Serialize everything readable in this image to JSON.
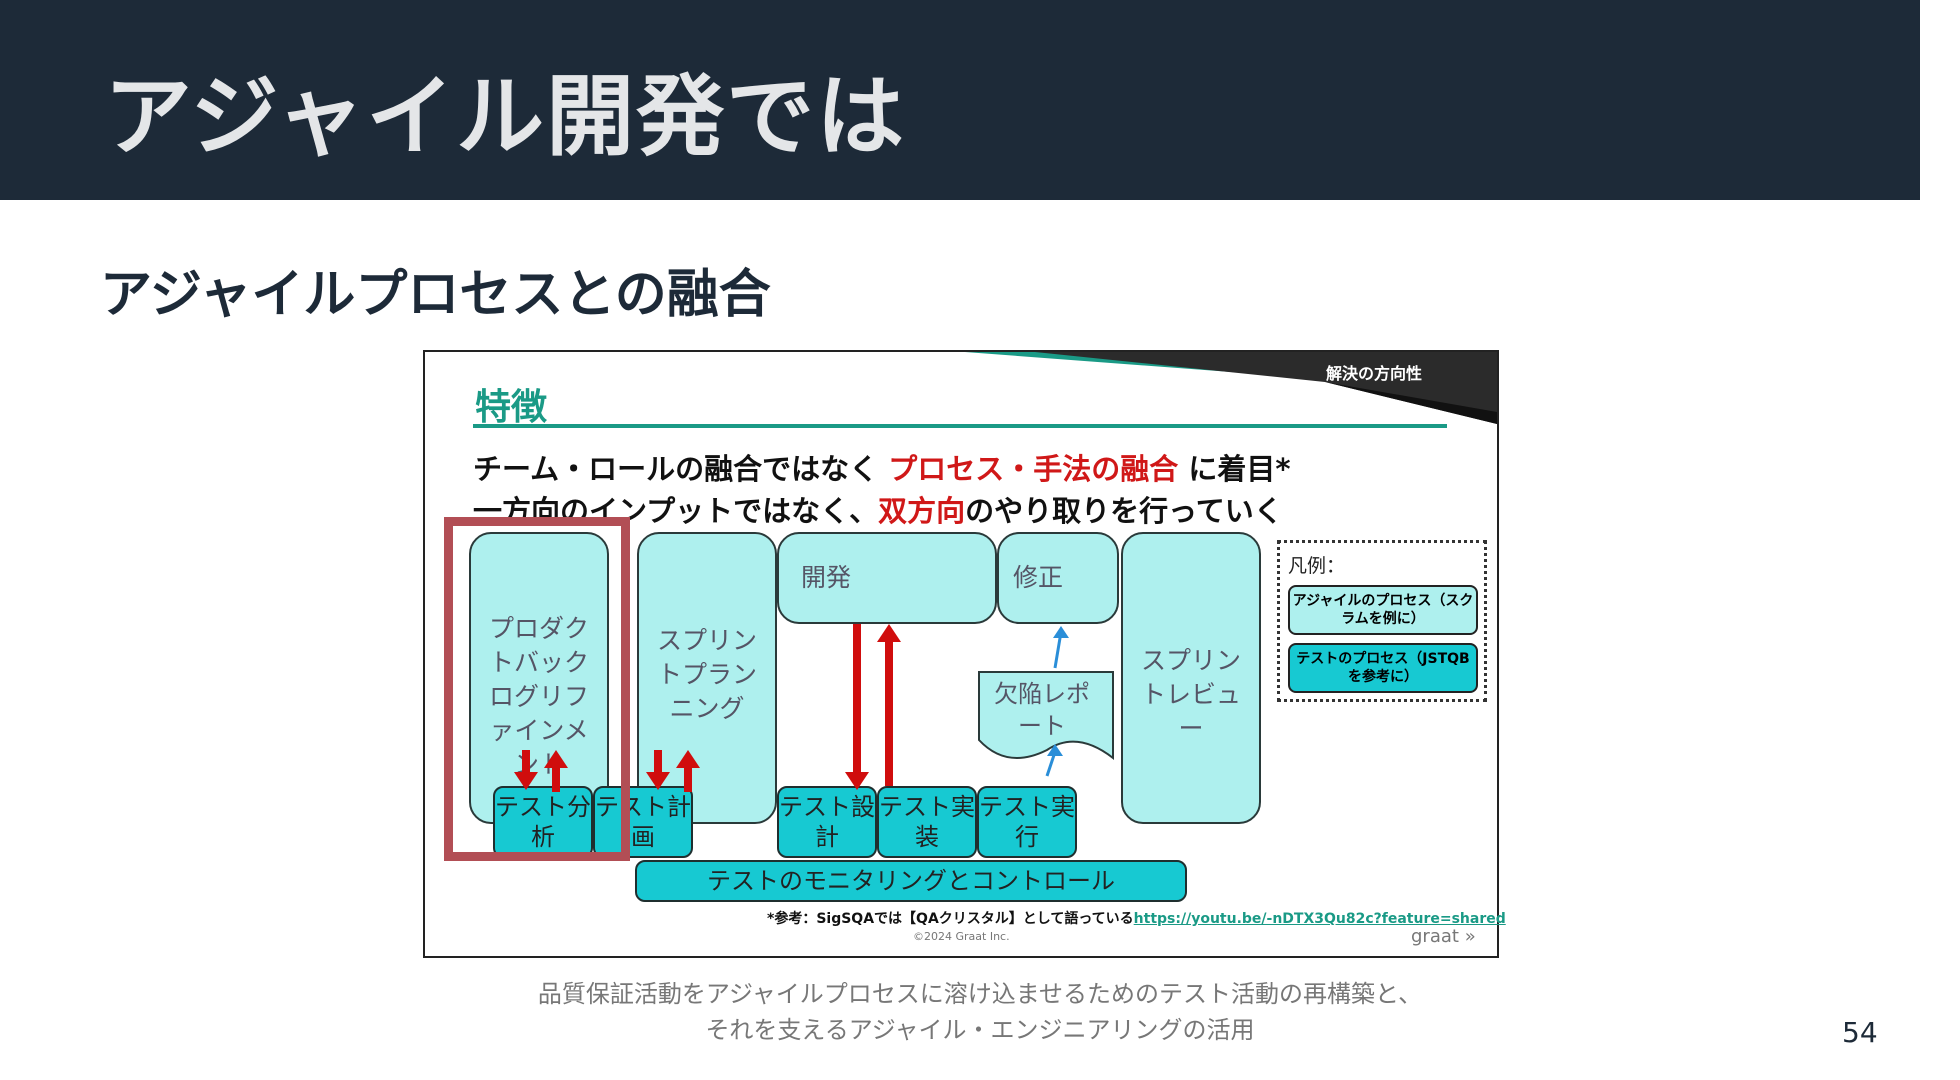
{
  "header": {
    "title": "アジャイル開発では"
  },
  "subtitle": "アジャイルプロセスとの融合",
  "slide": {
    "tag": "解決の方向性",
    "heading": "特徴",
    "line1": {
      "a": "チーム・ロールの融合ではなく ",
      "b": "プロセス・手法の融合",
      "c": " に着目*"
    },
    "line2": {
      "a": "一方向のインプットではなく、",
      "b": "双方向",
      "c": "のやり取りを行っていく"
    },
    "boxes": {
      "refinement": "プロダクトバックログリファインメント",
      "planning": "スプリントプランニング",
      "dev": "開発",
      "fix": "修正",
      "review": "スプリントレビュー",
      "defect": "欠陥レポート"
    },
    "tests": {
      "analysis": "テスト分析",
      "plan": "テスト計画",
      "design": "テスト設計",
      "impl": "テスト実装",
      "exec": "テスト実行",
      "monitor": "テストのモニタリングとコントロール"
    },
    "legend": {
      "title": "凡例：",
      "agile": "アジャイルのプロセス（スクラムを例に）",
      "test": "テストのプロセス（JSTQBを参考に）"
    },
    "reference": {
      "text": "*参考：SigSQAでは【QAクリスタル】として語っている",
      "link": "https://youtu.be/-nDTX3Qu82c?feature=shared"
    },
    "copyright": "©2024 Graat Inc.",
    "brand": "graat"
  },
  "caption": {
    "line1": "品質保証活動をアジャイルプロセスに溶け込ませるためのテスト活動の再構築と、",
    "line2": "それを支えるアジャイル・エンジニアリングの活用"
  },
  "page_number": "54",
  "colors": {
    "header_bg": "#1d2a38",
    "accent_green": "#1a9a86",
    "agile_box": "#aef0ee",
    "test_box": "#17c9d2",
    "highlight": "#b24e55",
    "arrow_red": "#d00d0d"
  }
}
